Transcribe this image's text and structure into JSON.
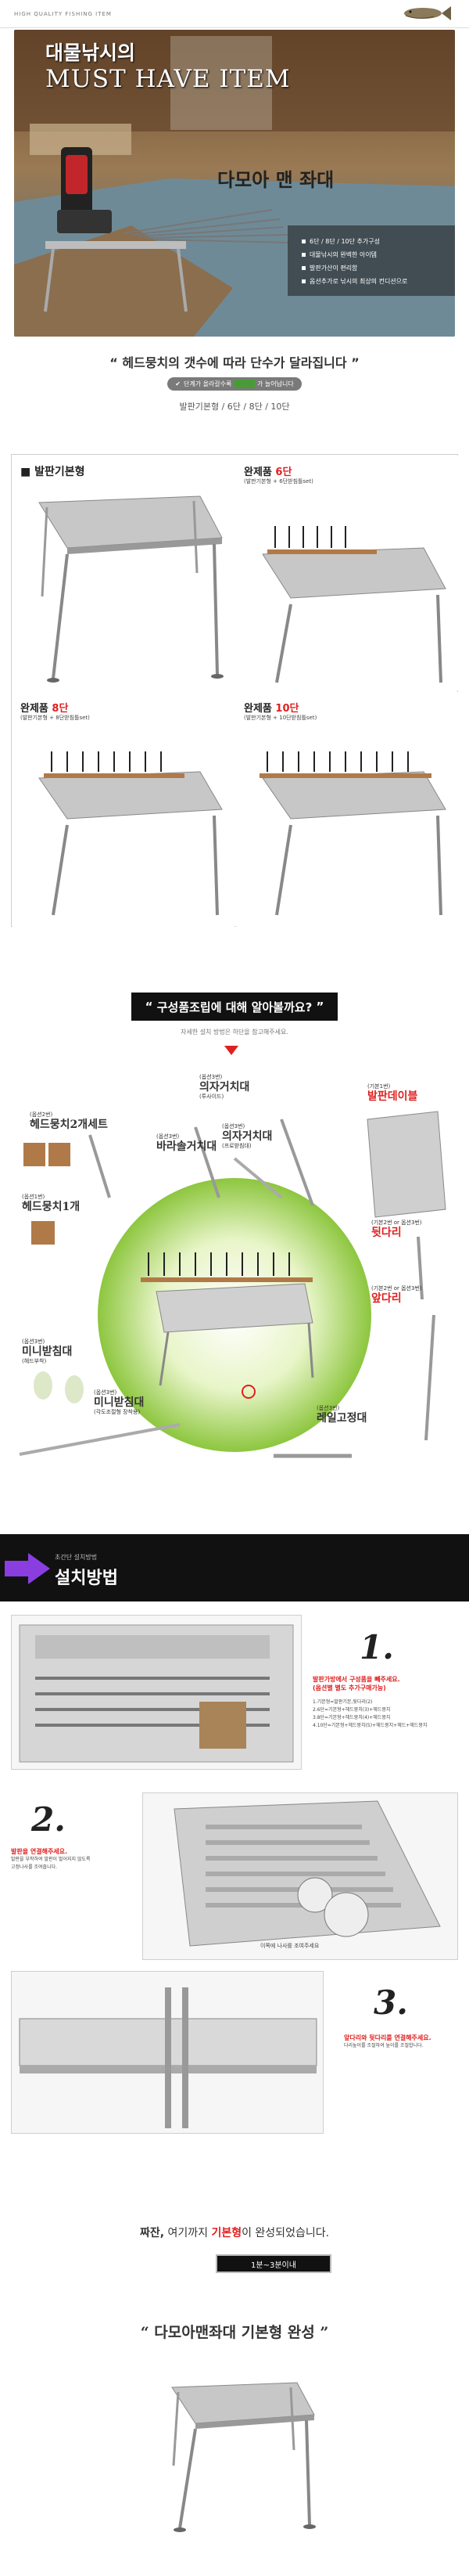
{
  "header": {
    "brand": "HIGH QUALITY FISHING ITEM",
    "logo_icon": "fish-logo-icon"
  },
  "hero": {
    "line1": "대물낚시의",
    "line2": "MUST HAVE ITEM",
    "product_name": "다모아 맨 좌대",
    "features": [
      "6단 / 8단 / 10단 추가구성",
      "대물낚시의 완벽한 아이템",
      "발판가산이 편리함",
      "옵션추가로 낚시의 최상의 컨디션으로"
    ]
  },
  "intro": {
    "headline": "헤드뭉치의 갯수에 따라 단수가 달라집니다",
    "tag_left": "단계가 올라갈수록",
    "tag_right": "가 늘어납니다",
    "tiers": "발판기본형 / 6단 / 8단 / 10단"
  },
  "configs": [
    {
      "title": "발판기본형",
      "kind": "basic"
    },
    {
      "prefix": "완제품",
      "level": "6단",
      "note": "(발판기본형 + 6단받침틀set)",
      "rods": 6
    },
    {
      "prefix": "완제품",
      "level": "8단",
      "note": "(발판기본형 + 8단받침틀set)",
      "rods": 8
    },
    {
      "prefix": "완제품",
      "level": "10단",
      "note": "(발판기본형 + 10단받침틀set)",
      "rods": 10
    }
  ],
  "components_section": {
    "banner": "구성품조립에 대해 알아볼까요?",
    "sub": "자세한 설치 방법은 하단을 참고해주세요."
  },
  "components": [
    {
      "id": "head2",
      "opt": "(옵션2번)",
      "name": "헤드뭉치2개세트"
    },
    {
      "id": "head1",
      "opt": "(옵션1번)",
      "name": "헤드뭉치1개"
    },
    {
      "id": "support",
      "opt": "(옵션3번)",
      "name": "바라솔거치대"
    },
    {
      "id": "chair",
      "opt": "(옵션3번)",
      "name": "의자거치대",
      "desc": "(투사이드)"
    },
    {
      "id": "chair2",
      "opt": "(옵션3번)",
      "name": "의자거치대",
      "desc": "(프로받침대)"
    },
    {
      "id": "board",
      "opt": "(기본1번)",
      "name": "발판데이블",
      "red": true
    },
    {
      "id": "leg1",
      "opt": "(기본2번 or 옵션3번)",
      "name": "뒷다리",
      "red": true
    },
    {
      "id": "leg2",
      "opt": "(기본2번 or 옵션3번)",
      "name": "앞다리",
      "red": true
    },
    {
      "id": "mini1",
      "opt": "(옵션3번)",
      "name": "미니받침대",
      "desc": "(헤드부착)"
    },
    {
      "id": "mini2",
      "opt": "(옵션3번)",
      "name": "미니받침대",
      "desc": "(각도조절형 장착용)"
    },
    {
      "id": "fixer",
      "opt": "(옵션3번)",
      "name": "레일고정대"
    }
  ],
  "howto": {
    "small": "초간단 설치방법",
    "title": "설치방법"
  },
  "steps": [
    {
      "num": "1.",
      "text": "발판가방에서 구성품을 빼주세요.",
      "text2": "(옵션별 별도 추가구매가능)",
      "details": [
        "1.기본형=발판기본,뒷다리(2)",
        "2.6단=기본형+헤드뭉치(3)+헤드뭉치",
        "3.8단=기본형+헤드뭉치(4)+헤드뭉치",
        "4.10단=기본형+헤드뭉치(5)+헤드뭉치+헤드+헤드뭉치"
      ]
    },
    {
      "num": "2.",
      "text": "발판을 연결해주세요.",
      "text2": "발판을 부착하여 발판이 벌어지지 않도록",
      "text3": "고정나사를 조여줍니다.",
      "caption": "이쪽에 나사를 조여주세요"
    },
    {
      "num": "3.",
      "text": "앞다리와 뒷다리를 연결해주세요.",
      "text2": "다리높이를 조절하여 높이를 조절합니다."
    }
  ],
  "final": {
    "pre": "짜잔,",
    "mid": " 여기까지 ",
    "highlight": "기본형",
    "post": "이 완성되었습니다.",
    "button": "1분~3분이내",
    "quote": "다모아맨좌대 기본형 완성"
  }
}
